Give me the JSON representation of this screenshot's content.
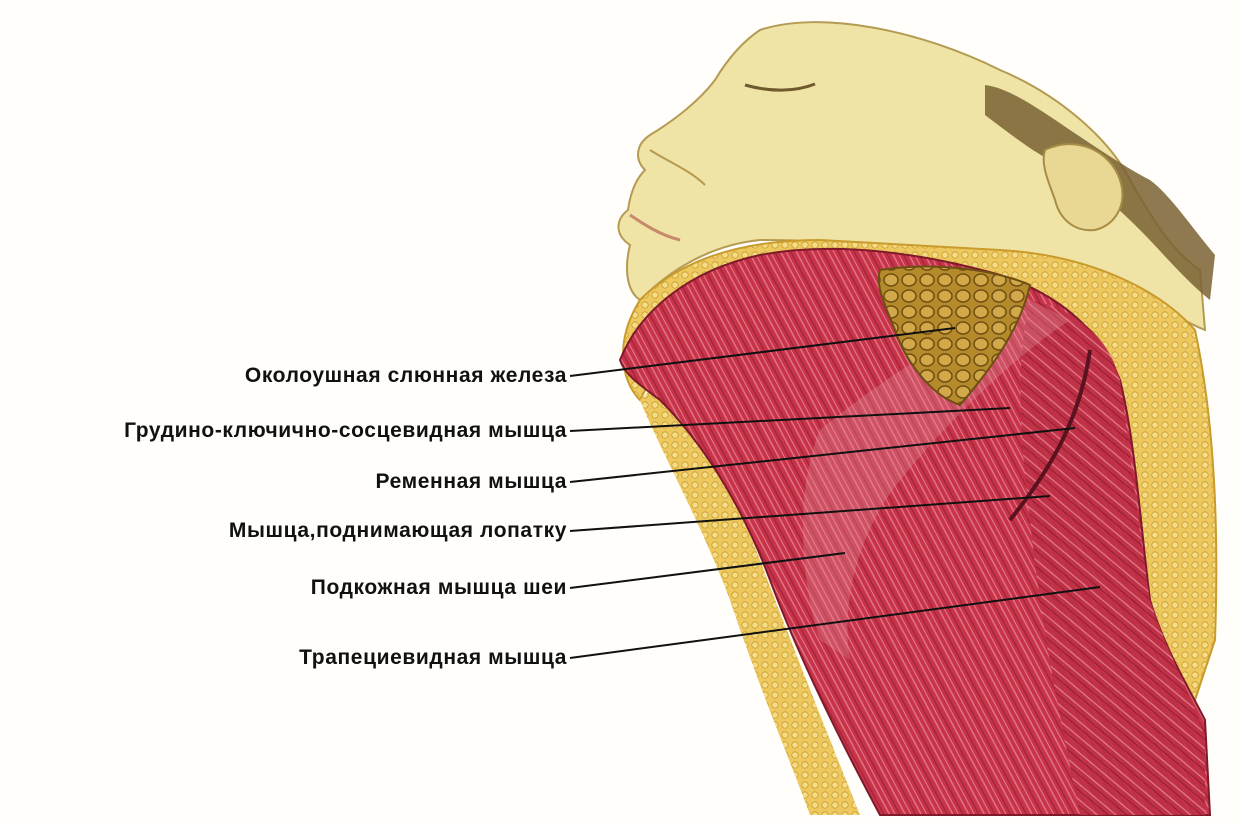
{
  "labels": [
    "Околоушная слюнная железа",
    "Грудино-ключично-сосцевидная мышца",
    "Ременная мышца",
    "Мышца,поднимающая лопатку",
    "Подкожная мышца шеи",
    "Трапециевидная мышца"
  ],
  "colors": {
    "skin": "#efe4a6",
    "skin_shadow": "#d9c27a",
    "fat": "#e8c25a",
    "muscle": "#c8334a",
    "muscle_dark": "#8e1f30",
    "muscle_light": "#e98a96",
    "gland": "#b98a2e",
    "hair": "#6e5a2c",
    "leader_line": "#111111"
  }
}
